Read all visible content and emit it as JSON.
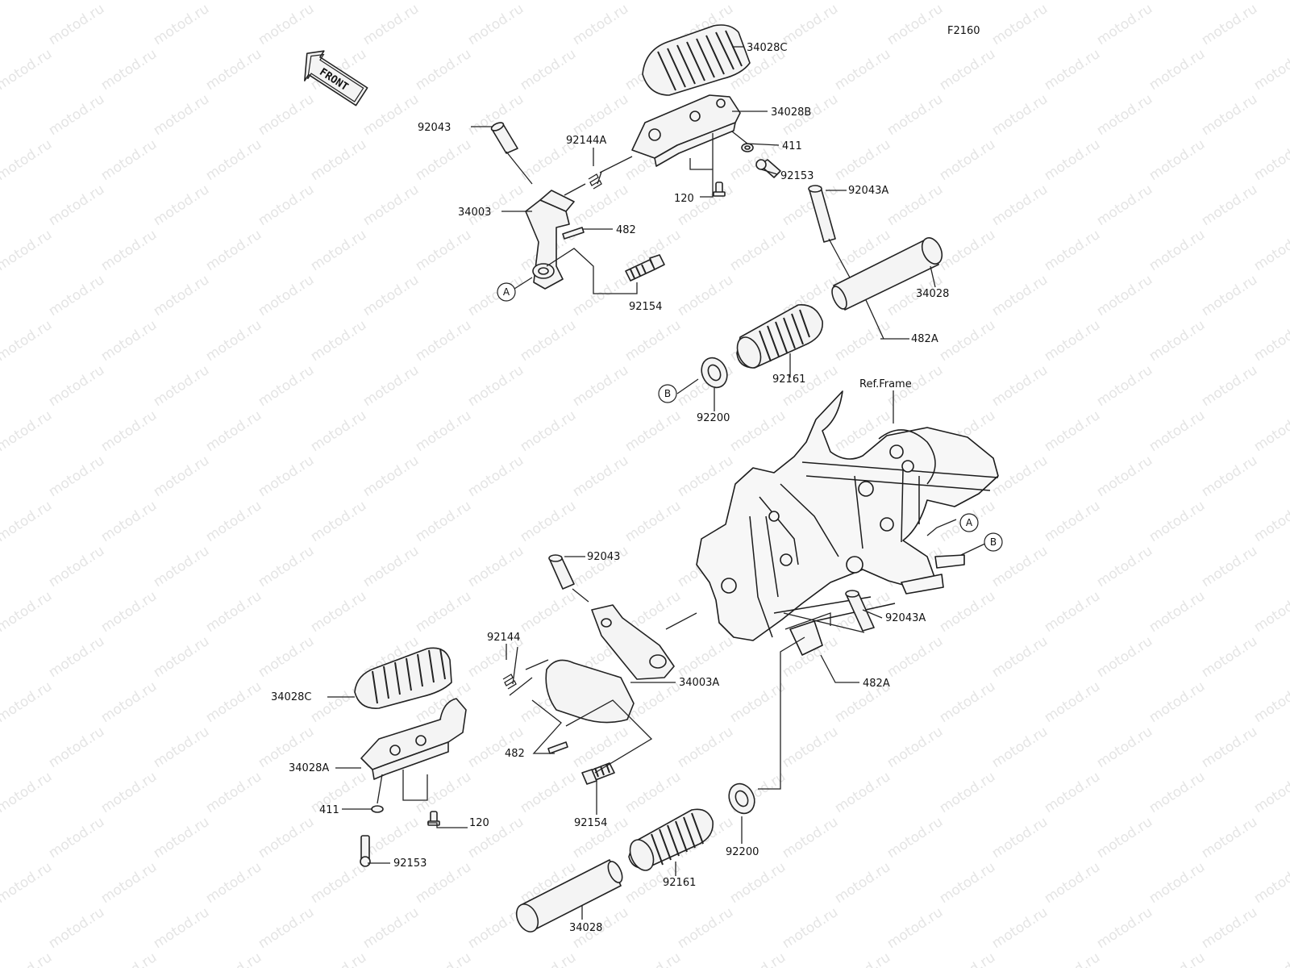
{
  "diagram_code": "F2160",
  "front_marker": "FRONT",
  "watermark": "motod.ru",
  "ref_frame": "Ref.Frame",
  "callout_a": "A",
  "callout_b": "B",
  "labels": {
    "p34028C_top": "34028C",
    "p34028B": "34028B",
    "p411_top": "411",
    "p92153_top": "92153",
    "p120_top": "120",
    "p92043_top": "92043",
    "p92144A": "92144A",
    "p34003": "34003",
    "p482_top": "482",
    "p92154_top": "92154",
    "p92043A_top": "92043A",
    "p34028_top": "34028",
    "p482A_top": "482A",
    "p92161_top": "92161",
    "p92200_top": "92200",
    "p92043_bot": "92043",
    "p92144": "92144",
    "p34003A": "34003A",
    "p34028C_bot": "34028C",
    "p34028A": "34028A",
    "p482_bot": "482",
    "p411_bot": "411",
    "p120_bot": "120",
    "p92153_bot": "92153",
    "p92154_bot": "92154",
    "p92043A_bot": "92043A",
    "p482A_bot": "482A",
    "p92200_bot": "92200",
    "p92161_bot": "92161",
    "p34028_bot": "34028"
  }
}
